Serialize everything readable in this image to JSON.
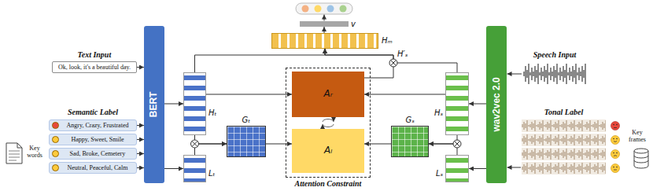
{
  "diagram": {
    "nodes": [
      {
        "text": [
          "Text Input",
          "Ok, look, it's a beautiful day."
        ]
      },
      {
        "text": [
          "Angry, Crazy, Frustrated"
        ]
      },
      {
        "text": [
          "Happy, Sweet, Smile"
        ]
      },
      {
        "text": [
          "Sad, Broke, Cemetery"
        ]
      },
      {
        "text": [
          "Neutral, Peaceful, Calm"
        ]
      },
      {
        "text": [
          "BERT"
        ]
      },
      {
        "text": [
          "Hₜ"
        ]
      },
      {
        "text": [
          "Lₜ"
        ]
      },
      {
        "text": [
          "Gₜ"
        ]
      },
      {
        "text": [
          "Attention Constraint"
        ]
      },
      {
        "text": [
          "Aᵣ"
        ],
        "in": 9
      },
      {
        "text": [
          "Aₗ"
        ],
        "in": 9
      },
      {
        "text": [
          "Gₛ"
        ]
      },
      {
        "text": [
          "Hₛ"
        ]
      },
      {
        "text": [
          "Lₛ"
        ]
      },
      {
        "text": [
          "wav2vec 2.0"
        ]
      },
      {
        "text": [
          "Hₘ"
        ]
      },
      {
        "text": [
          "v"
        ]
      }
    ],
    "edges": [
      {
        "from": 0,
        "to": 5,
        "arrow": "to"
      },
      {
        "from": 1,
        "to": 5,
        "arrow": "to"
      },
      {
        "from": 2,
        "to": 5,
        "arrow": "to"
      },
      {
        "from": 3,
        "to": 5,
        "arrow": "to"
      },
      {
        "from": 4,
        "to": 5,
        "arrow": "to"
      },
      {
        "from": 5,
        "to": 6,
        "arrow": "to"
      },
      {
        "from": 5,
        "to": 7,
        "arrow": "to"
      },
      {
        "from": 6,
        "to": 8,
        "arrow": "to"
      },
      {
        "from": 7,
        "to": 8,
        "arrow": "to"
      },
      {
        "from": 8,
        "to": 11,
        "arrow": "to"
      },
      {
        "from": 6,
        "to": 10,
        "arrow": "to"
      },
      {
        "from": 13,
        "to": 10,
        "arrow": "to"
      },
      {
        "from": 12,
        "to": 11,
        "arrow": "to"
      },
      {
        "from": 13,
        "to": 12,
        "arrow": "to"
      },
      {
        "from": 14,
        "to": 12,
        "arrow": "to"
      },
      {
        "from": 15,
        "to": 13,
        "arrow": "to"
      },
      {
        "from": 15,
        "to": 14,
        "arrow": "to"
      },
      {
        "from": 6,
        "to": 16,
        "arrow": "to"
      },
      {
        "from": 10,
        "to": 16,
        "arrow": "to"
      },
      {
        "from": 13,
        "to": 16,
        "arrow": "to"
      },
      {
        "from": 16,
        "to": 17,
        "arrow": "to"
      }
    ],
    "labels": [
      "Semantic Label",
      "Key words",
      "Speech Input",
      "Tonal Label",
      "Key frames",
      "H′ₛ"
    ]
  }
}
